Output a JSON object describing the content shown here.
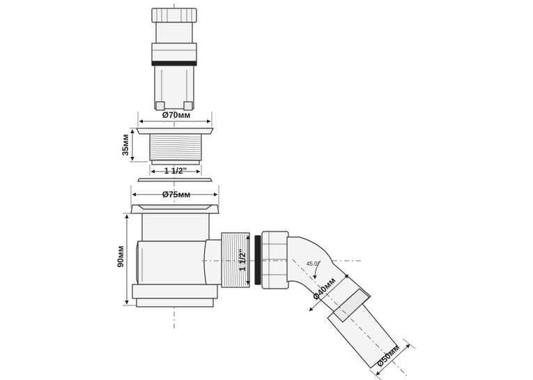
{
  "dimensions": {
    "strainer_diameter": "Ø70мм",
    "strainer_height": "35мм",
    "strainer_thread": "1 1/2\"",
    "body_diameter": "Ø75мм",
    "body_height": "90мм",
    "outlet_thread": "1 1/2\"",
    "angle": "45.0°",
    "outlet_diameter_40": "Ø40мм",
    "outlet_diameter_50": "Ø50мм"
  }
}
